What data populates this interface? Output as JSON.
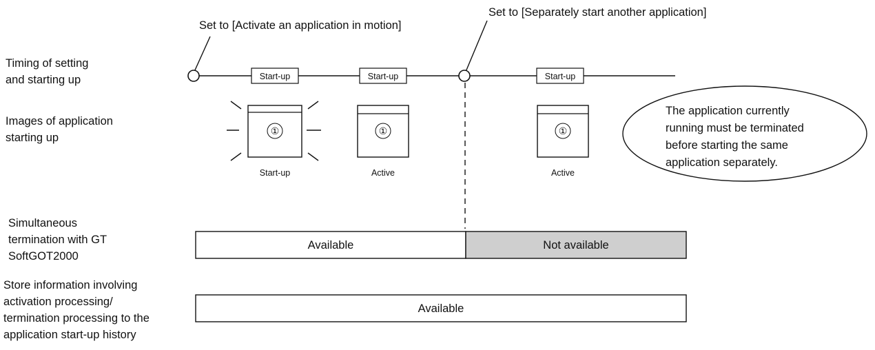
{
  "annotations": {
    "set_activate": "Set to [Activate an application in motion]",
    "set_separate": "Set to [Separately start another application]"
  },
  "rows": {
    "timing": [
      "Timing of setting",
      "and starting up"
    ],
    "images": [
      "Images of application",
      "starting up"
    ],
    "termination": [
      "Simultaneous",
      "termination with GT",
      "SoftGOT2000"
    ],
    "history": [
      "Store information involving",
      "activation processing/",
      "termination processing to the",
      "application start-up history"
    ]
  },
  "timeline_boxes": [
    "Start-up",
    "Start-up",
    "Start-up"
  ],
  "app_icons": [
    {
      "symbol": "①",
      "caption": "Start-up"
    },
    {
      "symbol": "①",
      "caption": "Active"
    },
    {
      "symbol": "①",
      "caption": "Active"
    }
  ],
  "note": [
    "The application currently",
    "running must be terminated",
    "before starting the same",
    "application separately."
  ],
  "bars": {
    "termination": {
      "available": "Available",
      "not_available": "Not available"
    },
    "history": {
      "available": "Available"
    }
  },
  "colors": {
    "not_available_fill": "#cfcfcf",
    "line": "#111111"
  }
}
